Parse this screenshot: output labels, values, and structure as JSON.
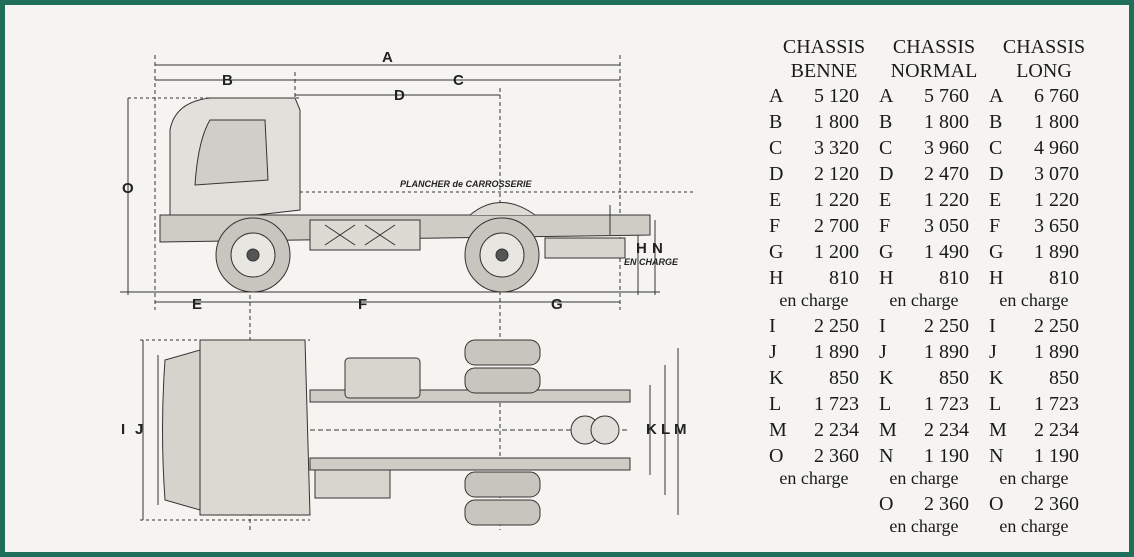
{
  "diagram": {
    "labels": {
      "A": "A",
      "B": "B",
      "C": "C",
      "D": "D",
      "E": "E",
      "F": "F",
      "G": "G",
      "O": "O",
      "H": "H",
      "N": "N",
      "I": "I",
      "J": "J",
      "K": "K",
      "L": "L",
      "M": "M"
    },
    "plancher": "PLANCHER de CARROSSERIE",
    "en_charge": "EN CHARGE"
  },
  "table": {
    "headers": [
      {
        "line1": "CHASSIS",
        "line2": "BENNE"
      },
      {
        "line1": "CHASSIS",
        "line2": "NORMAL"
      },
      {
        "line1": "CHASSIS",
        "line2": "LONG"
      }
    ],
    "rows": [
      {
        "cells": [
          {
            "k": "A",
            "v": "5 120"
          },
          {
            "k": "A",
            "v": "5 760"
          },
          {
            "k": "A",
            "v": "6 760"
          }
        ]
      },
      {
        "cells": [
          {
            "k": "B",
            "v": "1 800"
          },
          {
            "k": "B",
            "v": "1 800"
          },
          {
            "k": "B",
            "v": "1 800"
          }
        ]
      },
      {
        "cells": [
          {
            "k": "C",
            "v": "3 320"
          },
          {
            "k": "C",
            "v": "3 960"
          },
          {
            "k": "C",
            "v": "4 960"
          }
        ]
      },
      {
        "cells": [
          {
            "k": "D",
            "v": "2 120"
          },
          {
            "k": "D",
            "v": "2 470"
          },
          {
            "k": "D",
            "v": "3 070"
          }
        ]
      },
      {
        "cells": [
          {
            "k": "E",
            "v": "1 220"
          },
          {
            "k": "E",
            "v": "1 220"
          },
          {
            "k": "E",
            "v": "1 220"
          }
        ]
      },
      {
        "cells": [
          {
            "k": "F",
            "v": "2 700"
          },
          {
            "k": "F",
            "v": "3 050"
          },
          {
            "k": "F",
            "v": "3 650"
          }
        ]
      },
      {
        "cells": [
          {
            "k": "G",
            "v": "1 200"
          },
          {
            "k": "G",
            "v": "1 490"
          },
          {
            "k": "G",
            "v": "1 890"
          }
        ]
      },
      {
        "cells": [
          {
            "k": "H",
            "v": "810"
          },
          {
            "k": "H",
            "v": "810"
          },
          {
            "k": "H",
            "v": "810"
          }
        ],
        "sub": [
          "en charge",
          "en charge",
          "en charge"
        ]
      },
      {
        "cells": [
          {
            "k": "I",
            "v": "2 250"
          },
          {
            "k": "I",
            "v": "2 250"
          },
          {
            "k": "I",
            "v": "2 250"
          }
        ]
      },
      {
        "cells": [
          {
            "k": "J",
            "v": "1 890"
          },
          {
            "k": "J",
            "v": "1 890"
          },
          {
            "k": "J",
            "v": "1 890"
          }
        ]
      },
      {
        "cells": [
          {
            "k": "K",
            "v": "850"
          },
          {
            "k": "K",
            "v": "850"
          },
          {
            "k": "K",
            "v": "850"
          }
        ]
      },
      {
        "cells": [
          {
            "k": "L",
            "v": "1 723"
          },
          {
            "k": "L",
            "v": "1 723"
          },
          {
            "k": "L",
            "v": "1 723"
          }
        ]
      },
      {
        "cells": [
          {
            "k": "M",
            "v": "2 234"
          },
          {
            "k": "M",
            "v": "2 234"
          },
          {
            "k": "M",
            "v": "2 234"
          }
        ]
      },
      {
        "cells": [
          {
            "k": "O",
            "v": "2 360"
          },
          {
            "k": "N",
            "v": "1 190"
          },
          {
            "k": "N",
            "v": "1 190"
          }
        ],
        "sub": [
          "en charge",
          "en charge",
          "en charge"
        ]
      },
      {
        "cells": [
          {
            "k": "",
            "v": ""
          },
          {
            "k": "O",
            "v": "2 360"
          },
          {
            "k": "O",
            "v": "2 360"
          }
        ],
        "sub": [
          "",
          "en charge",
          "en charge"
        ]
      }
    ]
  }
}
